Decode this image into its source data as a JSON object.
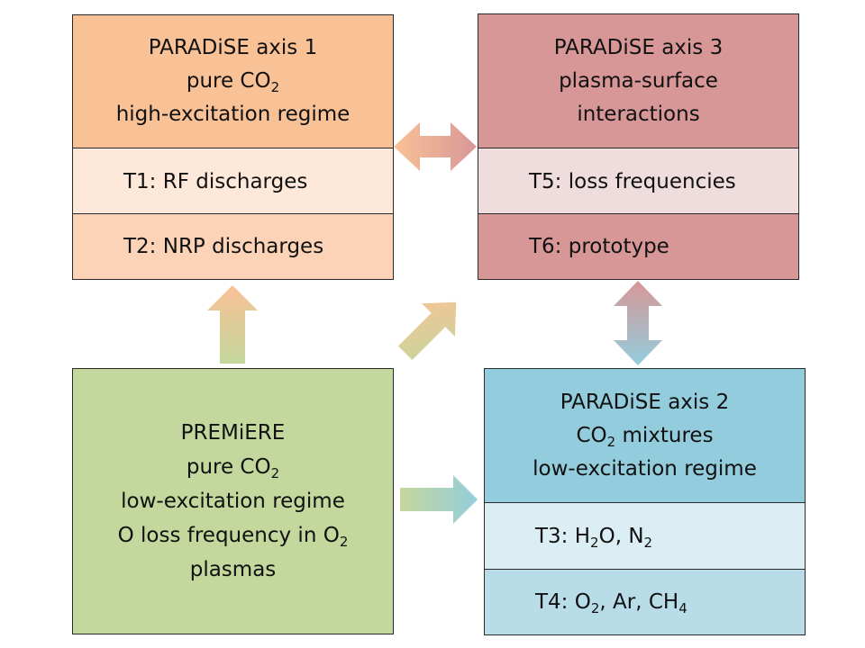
{
  "axis1": {
    "title": "PARADiSE axis 1",
    "line2_main": "pure CO",
    "line2_sub": "2",
    "line3": "high-excitation regime",
    "task_1": "T1: RF discharges",
    "task_2": "T2: NRP discharges",
    "colors": {
      "header": "#f9c196",
      "task_1": "#fde8da",
      "task_2": "#fcd3b6"
    }
  },
  "axis3": {
    "title": "PARADiSE axis 3",
    "line2": "plasma-surface",
    "line3": "interactions",
    "task_5": "T5: loss frequencies",
    "task_6": "T6: prototype",
    "colors": {
      "header": "#d79797",
      "task_5": "#efdcdc",
      "task_6": "#d79797"
    }
  },
  "premiere": {
    "line1": "PREMiERE",
    "line2_main": "pure CO",
    "line2_sub": "2",
    "line3": "low-excitation regime",
    "line4_main": "O loss frequency in O",
    "line4_sub": "2",
    "line5": "plasmas",
    "colors": {
      "fill": "#c4d79c"
    }
  },
  "axis2": {
    "title": "PARADiSE axis 2",
    "line2_main": "CO",
    "line2_sub": "2",
    "line2_tail": " mixtures",
    "line3": "low-excitation regime",
    "task_3": {
      "t1": "T3: H",
      "s1": "2",
      "t2": "O, N",
      "s2": "2"
    },
    "task_4": {
      "t1": "T4: O",
      "s1": "2",
      "t2": ", Ar, CH",
      "s2": "4"
    },
    "colors": {
      "header": "#93cddd",
      "task_3": "#dbeef3",
      "task_4": "#b8dde8"
    }
  },
  "arrow_colors": {
    "orange": "#f9c196",
    "red": "#d79797",
    "green": "#c4d79c",
    "blue": "#93cddd"
  }
}
